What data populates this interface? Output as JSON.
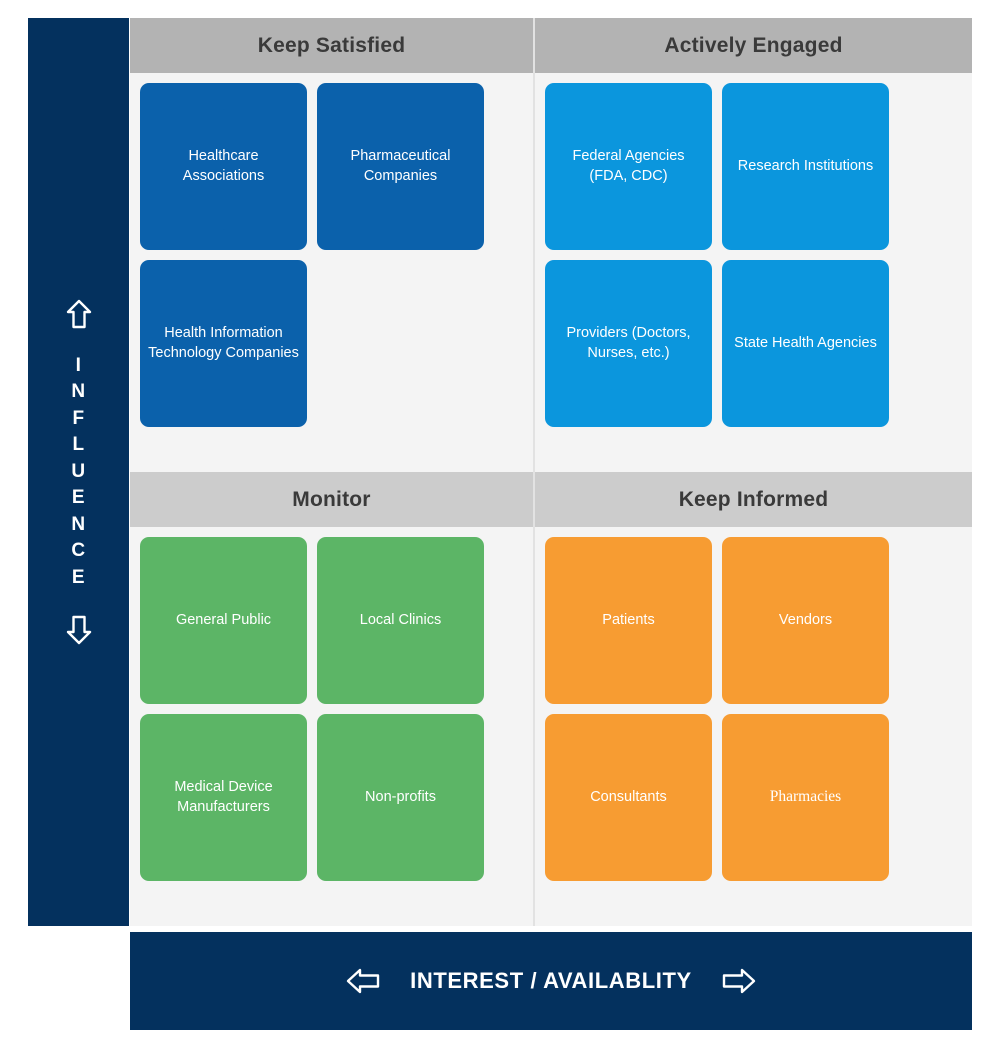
{
  "axes": {
    "y": {
      "label": "INFLUENCE",
      "letters": [
        "I",
        "N",
        "F",
        "L",
        "U",
        "E",
        "N",
        "C",
        "E"
      ],
      "arrow_up": "arrow-up-icon",
      "arrow_down": "arrow-down-icon"
    },
    "x": {
      "label": "INTEREST / AVAILABLITY",
      "arrow_left": "arrow-left-icon",
      "arrow_right": "arrow-right-icon"
    }
  },
  "quadrants": [
    {
      "id": "keep-satisfied",
      "title": "Keep Satisfied",
      "header_color": "#b3b3b3",
      "card_color": "#0b61ab",
      "cards": [
        {
          "label": "Healthcare Associations"
        },
        {
          "label": "Pharmaceutical Companies"
        },
        {
          "label": "Health Information Technology Companies"
        }
      ]
    },
    {
      "id": "actively-engaged",
      "title": "Actively Engaged",
      "header_color": "#b3b3b3",
      "card_color": "#0b96dd",
      "cards": [
        {
          "label": "Federal Agencies (FDA, CDC)"
        },
        {
          "label": "Research Institutions"
        },
        {
          "label": "Providers (Doctors, Nurses, etc.)"
        },
        {
          "label": "State Health Agencies"
        }
      ]
    },
    {
      "id": "monitor",
      "title": "Monitor",
      "header_color": "#cccccc",
      "card_color": "#5cb566",
      "cards": [
        {
          "label": "General Public"
        },
        {
          "label": "Local Clinics"
        },
        {
          "label": "Medical Device Manufacturers"
        },
        {
          "label": "Non-profits"
        }
      ]
    },
    {
      "id": "keep-informed",
      "title": "Keep Informed",
      "header_color": "#cccccc",
      "card_color": "#f79c32",
      "cards": [
        {
          "label": "Patients"
        },
        {
          "label": "Vendors"
        },
        {
          "label": "Consultants"
        },
        {
          "label": "Pharmacies"
        }
      ]
    }
  ],
  "colors": {
    "navy": "#04315e",
    "panel": "#f4f4f4",
    "divider": "#e2e2e2",
    "header_dark": "#b3b3b3",
    "header_light": "#cccccc",
    "blue_dark": "#0b61ab",
    "blue_light": "#0b96dd",
    "green": "#5cb566",
    "orange": "#f79c32",
    "text_dark": "#3a3a3a",
    "text_light": "#ffffff"
  }
}
